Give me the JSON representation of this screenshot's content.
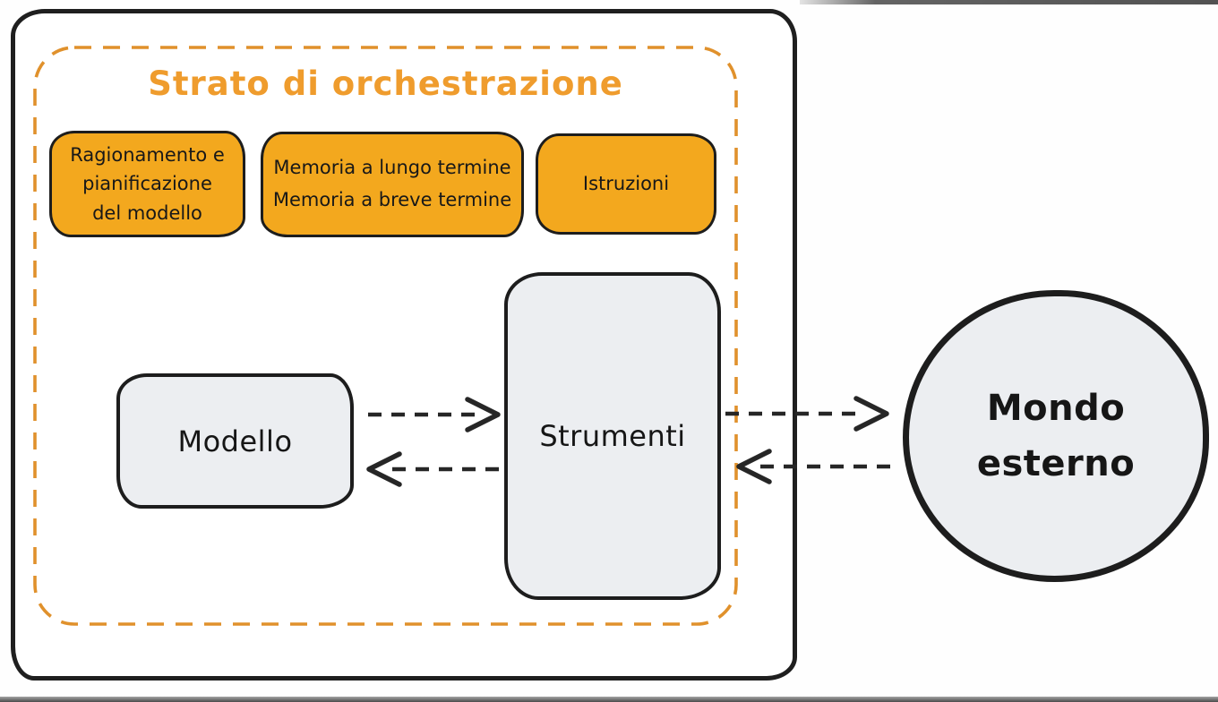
{
  "diagram": {
    "agent_container": {
      "orchestration_layer": {
        "title": "Strato di orchestrazione",
        "components": [
          {
            "id": "reasoning",
            "label": "Ragionamento e\npianificazione\ndel modello"
          },
          {
            "id": "memory",
            "label": "Memoria a lungo termine\nMemoria a breve termine"
          },
          {
            "id": "instructions",
            "label": "Istruzioni"
          }
        ]
      },
      "model_node": {
        "label": "Modello"
      },
      "tools_node": {
        "label": "Strumenti"
      }
    },
    "external_world_node": {
      "label": "Mondo\nesterno"
    },
    "connections": [
      {
        "from": "Modello",
        "to": "Strumenti",
        "style": "dashed-arrow"
      },
      {
        "from": "Strumenti",
        "to": "Modello",
        "style": "dashed-arrow"
      },
      {
        "from": "Strumenti",
        "to": "Mondo esterno",
        "style": "dashed-arrow"
      },
      {
        "from": "Mondo esterno",
        "to": "Strumenti",
        "style": "dashed-arrow"
      }
    ],
    "colors": {
      "component_fill_orange": "#F3A81E",
      "orchestration_dashed_border": "#E0912C",
      "title_orange": "#EF9C2D",
      "node_fill_gray": "#ECEEF1",
      "stroke_black": "#1F1F1F"
    }
  }
}
